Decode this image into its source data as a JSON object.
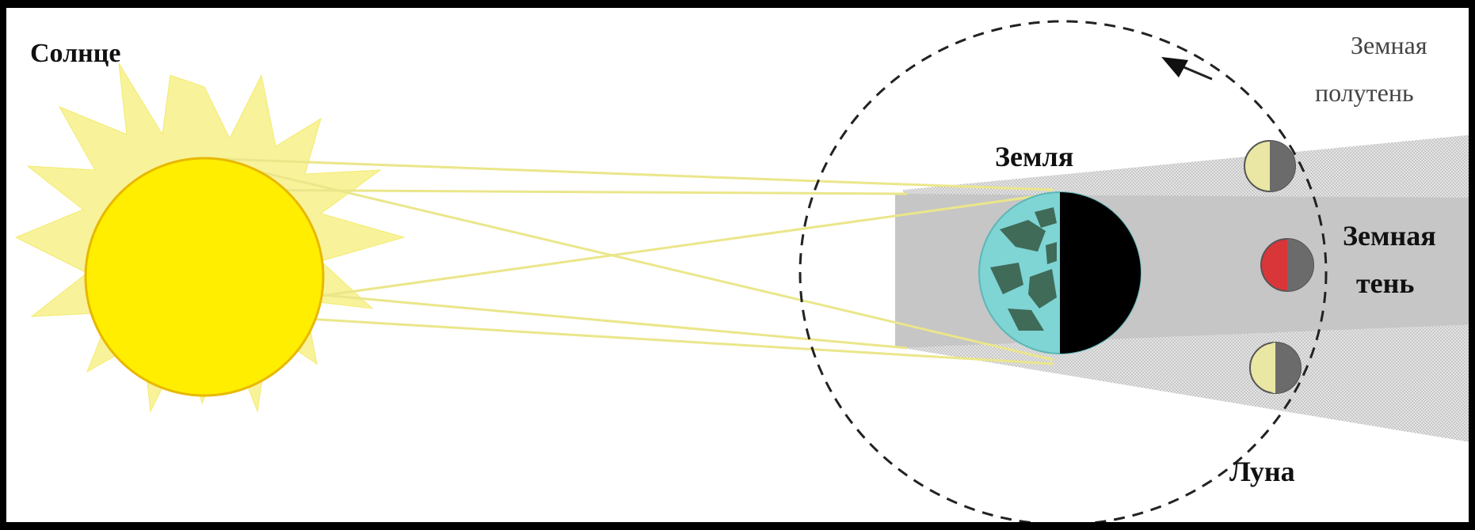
{
  "labels": {
    "sun": "Солнце",
    "earth": "Земля",
    "penumbra_line1": "Земная",
    "penumbra_line2": "полутень",
    "umbra_line1": "Земная",
    "umbra_line2": "тень",
    "moon": "Луна"
  },
  "colors": {
    "background": "#000000",
    "panel": "#ffffff",
    "sun_fill": "#ffee00",
    "sun_rays": "#f7f28a",
    "light_rays": "#e9e98a",
    "earth_ocean": "#7fd4d4",
    "earth_land": "#3f6b58",
    "earth_night": "#000000",
    "umbra": "#c4c4c4",
    "penumbra": "#dedede",
    "moon_eclipsed": "#d9363a",
    "moon_lit": "#eae6a4",
    "moon_dark": "#6b6b6b",
    "orbit": "#222222"
  },
  "icons": {
    "orbit_direction": "arrow-head-icon"
  }
}
